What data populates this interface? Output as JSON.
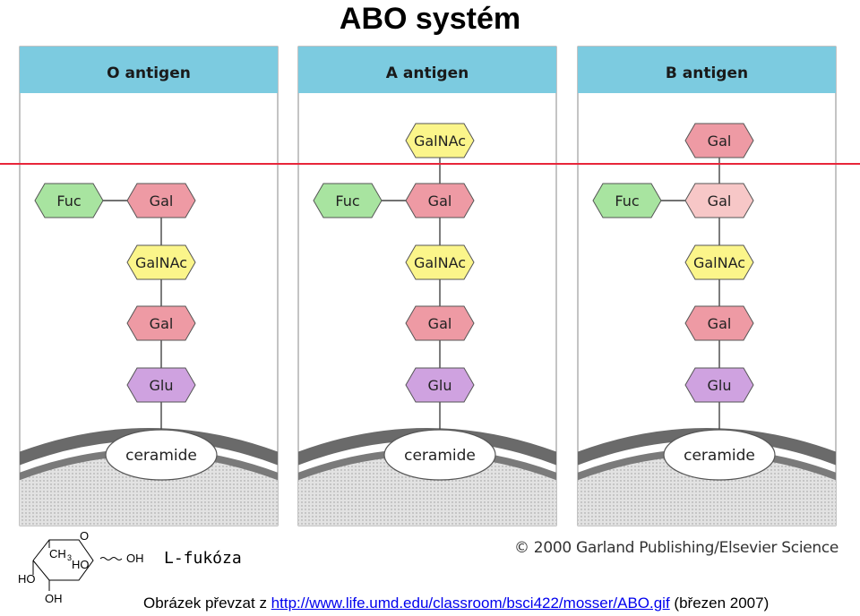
{
  "title": "ABO systém",
  "colors": {
    "header_bg": "#7ccbe0",
    "fuc": "#a8e4a0",
    "gal": "#ee9aa4",
    "gal_light": "#f7c7c7",
    "galnac": "#fbf58a",
    "glu": "#cfa2e0",
    "membrane": "#d0d0d0",
    "divider": "#e8263a"
  },
  "panels": [
    {
      "header": "O antigen",
      "top_sugar": null,
      "fuc": "Fuc",
      "chain": [
        "Gal",
        "GalNAc",
        "Gal",
        "Glu"
      ],
      "ceramide": "ceramide"
    },
    {
      "header": "A antigen",
      "top_sugar": "GalNAc",
      "fuc": "Fuc",
      "chain": [
        "Gal",
        "GalNAc",
        "Gal",
        "Glu"
      ],
      "ceramide": "ceramide"
    },
    {
      "header": "B antigen",
      "top_sugar": "Gal",
      "fuc": "Fuc",
      "chain": [
        "Gal",
        "GalNAc",
        "Gal",
        "Glu"
      ],
      "ceramide": "ceramide"
    }
  ],
  "fucose": {
    "name": "L-fukóza",
    "ring_o": "O",
    "ch3": "CH",
    "ch3_sub": "3",
    "ho_inner": "HO",
    "oh_right": "OH",
    "ho_left": "HO",
    "oh_bottom": "OH"
  },
  "copyright": "© 2000 Garland Publishing/Elsevier Science",
  "source": {
    "prefix": "Obrázek převzat z ",
    "link": "http://www.life.umd.edu/classroom/bsci422/mosser/ABO.gif",
    "suffix": " (březen 2007)"
  }
}
